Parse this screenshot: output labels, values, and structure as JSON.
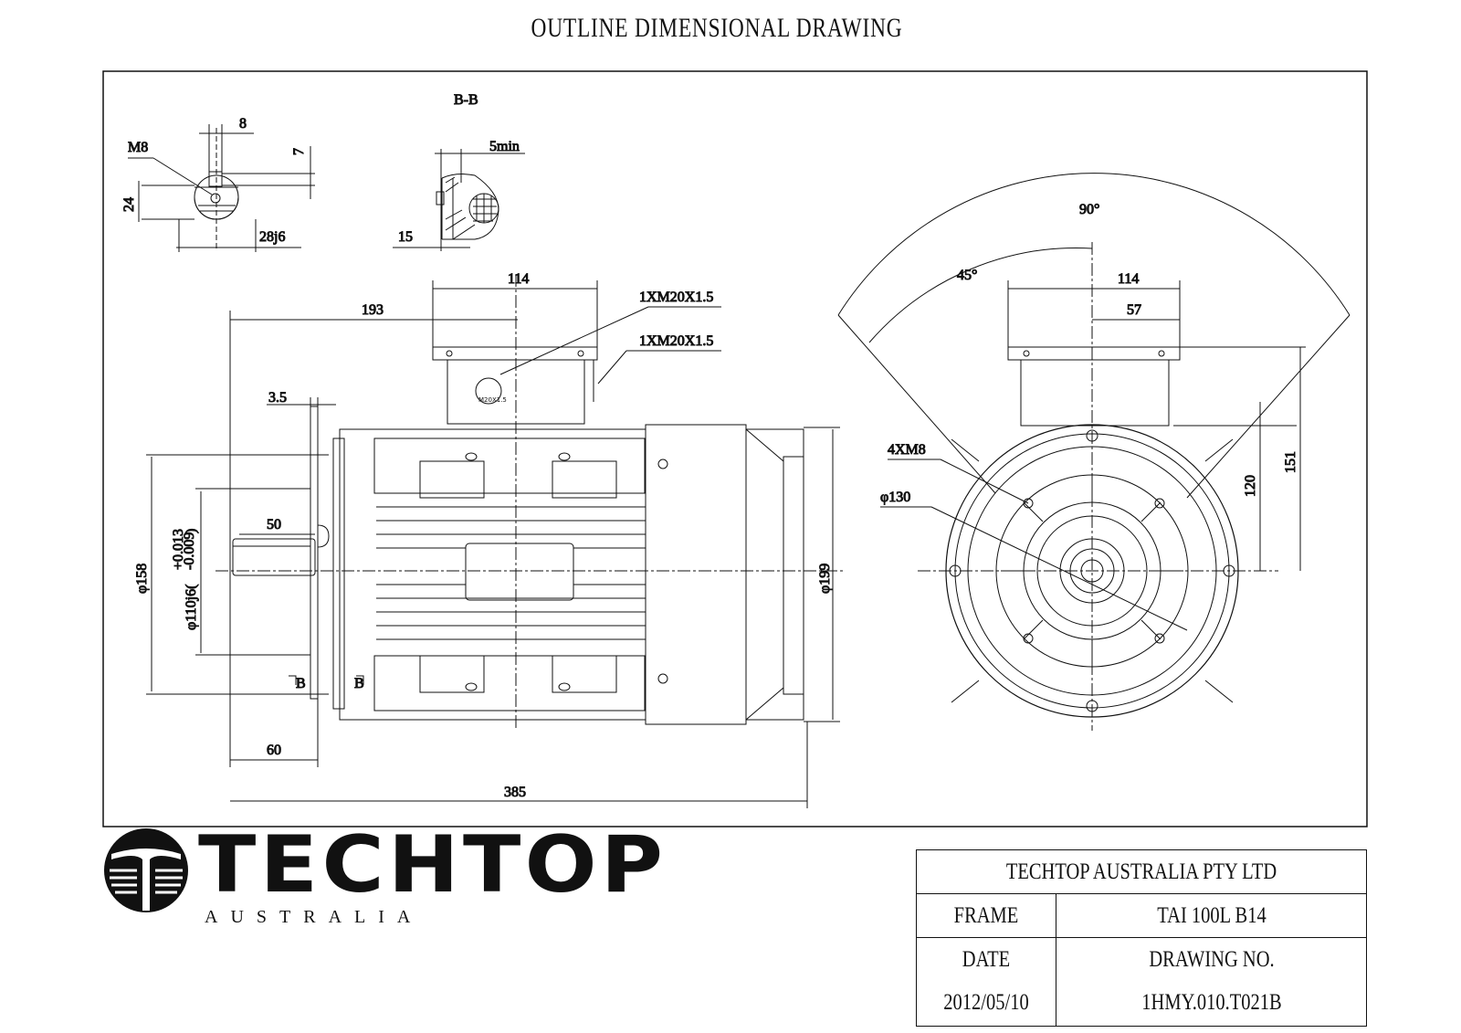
{
  "title": "OUTLINE DIMENSIONAL DRAWING",
  "shaft_detail": {
    "thread": "M8",
    "key_width": "8",
    "key_depth": "7",
    "shaft_height": "24",
    "shaft_dia": "28j6"
  },
  "section_bb": {
    "label": "B-B",
    "clearance": "5min",
    "depth": "15"
  },
  "side_view": {
    "dim_114": "114",
    "dim_193": "193",
    "gland_1": "1XM20X1.5",
    "gland_2": "1XM20X1.5",
    "gland_stamp": "M20X1.5",
    "dim_3_5": "3.5",
    "dim_50": "50",
    "dim_158": "φ158",
    "spigot_base": "φ110j6(",
    "tol_upper": "+0.013",
    "tol_lower": "-0.009",
    "spigot_close": ")",
    "dim_199": "φ199",
    "section_mark_left": "B",
    "section_mark_right": "B",
    "dim_60": "60",
    "dim_385": "385"
  },
  "end_view": {
    "angle_90": "90°",
    "angle_45": "45°",
    "dim_114": "114",
    "dim_57": "57",
    "bolts": "4XM8",
    "pcd": "φ130",
    "dim_120": "120",
    "dim_151": "151"
  },
  "logo": {
    "word": "TECHTOP",
    "sub": "AUSTRALIA"
  },
  "title_block": {
    "company": "TECHTOP AUSTRALIA PTY LTD",
    "frame_label": "FRAME",
    "frame_value": "TAI 100L B14",
    "date_label": "DATE",
    "drawing_no_label": "DRAWING NO.",
    "date_value": "2012/05/10",
    "drawing_no_value": "1HMY.010.T021B"
  }
}
